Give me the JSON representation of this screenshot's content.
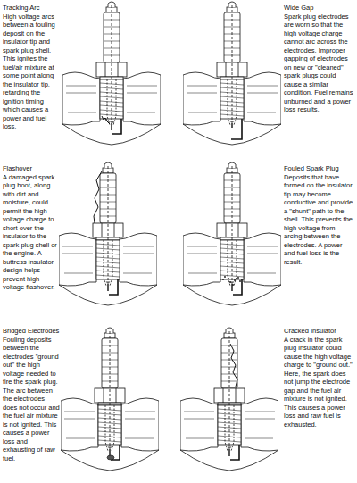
{
  "diagram": {
    "labels": [
      "Tracking Arc",
      "High voltage arcs between a fouling deposit on the insulator tip and spark plug shell. This ignites the fuel/air mixture at some point along the insulator tip, retarding the ignition timing which causes a power and fuel loss.",
      "Wide Gap",
      "Spark plug electrodes are worn so that the high voltage charge cannot arc across the electrodes. Improper gapping of electrodes on new or \"cleaned\" spark plugs could cause a similar condition. Fuel remains unburned and a power loss results.",
      "Flashover",
      "A damaged spark plug boot, along with dirt and moisture, could permit the high voltage charge to short over the insulator to the spark plug shell or the engine. A buttress insulator design helps prevent high voltage flashover.",
      "Fouled Spark Plug",
      "Deposits that have formed on the insulator tip may become conductive and provide a \"shunt\" path to the shell. This prevents the high voltage from arcing between the electrodes. A power and fuel loss is the result.",
      "Bridged Electrodes",
      "Fouling deposits between the electrodes \"ground out\" the high voltage needed to fire the spark plug. The arc between the electrodes does not occur and the fuel air mixture is not ignited. This causes a power loss and exhausting of raw fuel.",
      "Cracked Insulator",
      "A crack in the spark plug insulator could cause the high voltage charge to \"ground out.\" Here, the spark does not jump the electrode gap and the fuel air mixture is not ignited. This causes a power loss and raw fuel is exhausted."
    ]
  }
}
